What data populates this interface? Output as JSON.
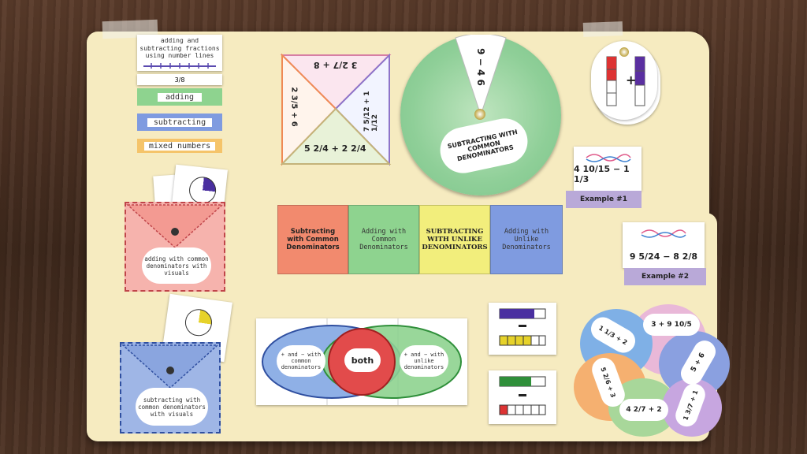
{
  "number_lines": {
    "title": "adding and subtracting fractions using number lines",
    "fraction": "3/8",
    "adding": "adding",
    "subtracting": "subtracting",
    "mixed": "mixed numbers"
  },
  "fortune_teller": {
    "top": "3 2/7 + 8",
    "left": "2 3/5 + 6",
    "right": "7 5/12 + 1 1/12",
    "bottom": "5 2/4 + 2 2/4"
  },
  "wheel": {
    "problem": "9 − 4 6",
    "label": "SUBTRACTING WITH COMMON DENOMINATORS"
  },
  "pockets": {
    "red": "adding with common denominators with visuals",
    "blue": "subtracting with common denominators with visuals"
  },
  "foldables": [
    {
      "label": "Subtracting with Common Denominators",
      "color": "#f28a6e"
    },
    {
      "label": "Adding with Common Denominators",
      "color": "#8ed38f"
    },
    {
      "label": "SUBTRACTING WITH UNLIKE DENOMINATORS",
      "color": "#f2ee7c"
    },
    {
      "label": "Adding with Unlike Denominators",
      "color": "#7f9be0"
    }
  ],
  "venn": {
    "left": "+ and − with common denominators",
    "center": "both",
    "right": "+ and − with unlike denominators"
  },
  "examples": [
    {
      "problem": "4 10/15 − 1 1/3",
      "label": "Example #1"
    },
    {
      "problem": "9 5/24 − 8 2/8",
      "label": "Example #2"
    }
  ],
  "visual_cards": {
    "plus": "+",
    "minus": "−"
  },
  "flower": {
    "top": "3 + 9 10/5",
    "left_top": "1 1/3 + 2",
    "right": "5 + 6",
    "left_bottom": "5 2/6 + 3",
    "bottom": "4 2/7 + 2",
    "bottom_right": "1 3/7 + 1"
  },
  "colors": {
    "folder": "#f6ebc0",
    "wood": "#4a3224",
    "green": "#8ed38f",
    "red": "#f28a6e",
    "blue": "#7f9be0",
    "yellow": "#f2ee7c",
    "purple": "#b9a9d8"
  }
}
